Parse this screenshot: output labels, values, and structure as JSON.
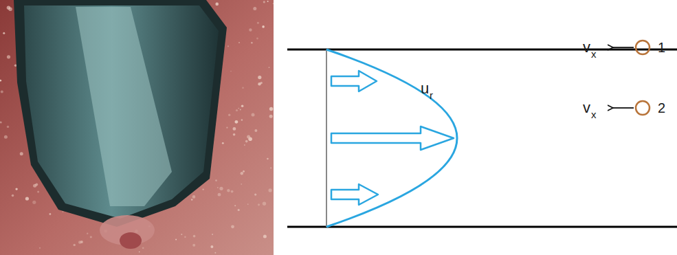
{
  "diagram": {
    "labels": [
      "u",
      "r",
      "v",
      "x",
      "1",
      "v",
      "x",
      "2"
    ]
  }
}
